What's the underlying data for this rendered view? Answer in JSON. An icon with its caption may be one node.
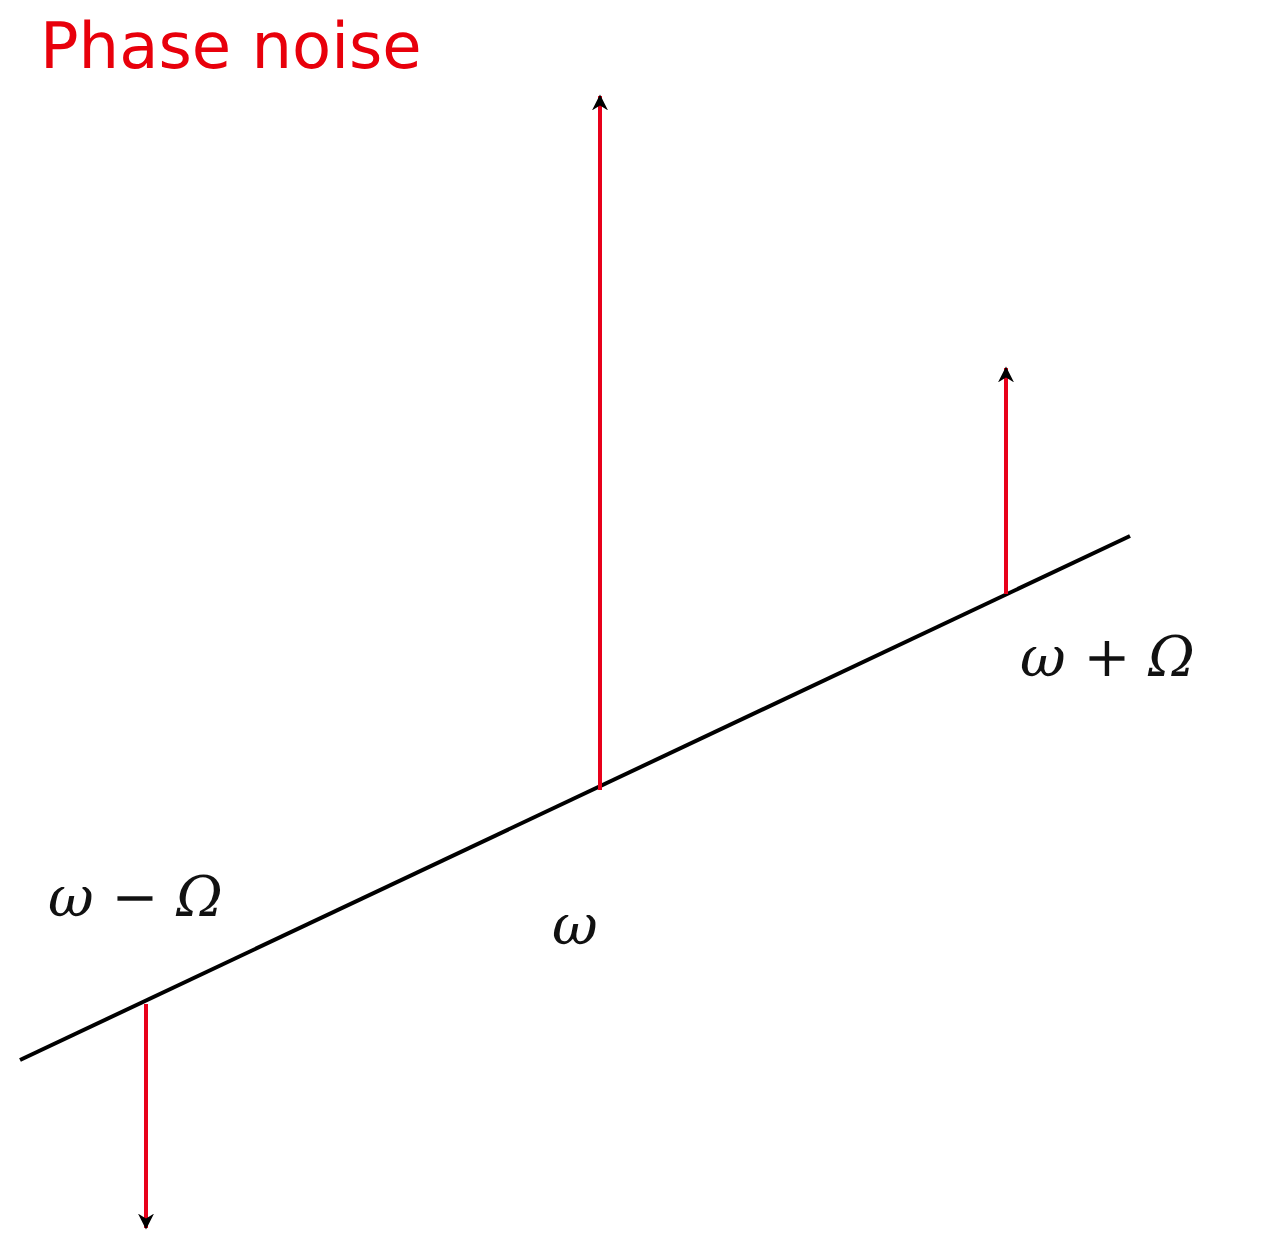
{
  "diagram": {
    "title": "Phase noise",
    "labels": [
      "ω − Ω",
      "ω",
      "ω + Ω"
    ]
  }
}
